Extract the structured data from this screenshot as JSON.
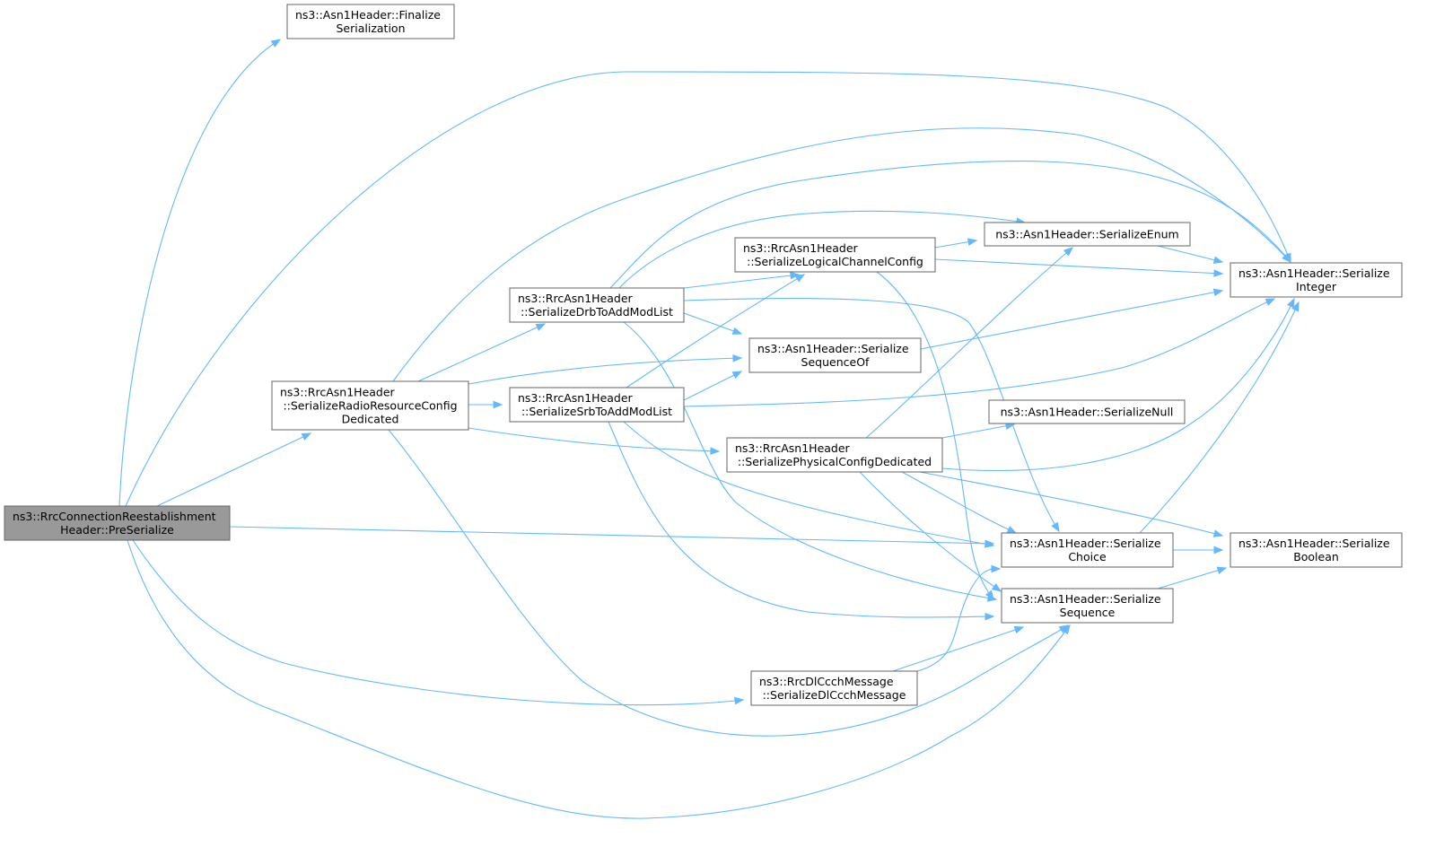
{
  "nodes": {
    "root": [
      "ns3::RrcConnectionReestablishment",
      "Header::PreSerialize"
    ],
    "finalize": [
      "ns3::Asn1Header::Finalize",
      "Serialization"
    ],
    "radio": [
      "ns3::RrcAsn1Header",
      "::SerializeRadioResourceConfig",
      "Dedicated"
    ],
    "drb": [
      "ns3::RrcAsn1Header",
      "::SerializeDrbToAddModList"
    ],
    "srb": [
      "ns3::RrcAsn1Header",
      "::SerializeSrbToAddModList"
    ],
    "logical": [
      "ns3::RrcAsn1Header",
      "::SerializeLogicalChannelConfig"
    ],
    "seqof": [
      "ns3::Asn1Header::Serialize",
      "SequenceOf"
    ],
    "physical": [
      "ns3::RrcAsn1Header",
      "::SerializePhysicalConfigDedicated"
    ],
    "dlccch": [
      "ns3::RrcDlCcchMessage",
      "::SerializeDlCcchMessage"
    ],
    "enum": [
      "ns3::Asn1Header::SerializeEnum"
    ],
    "null": [
      "ns3::Asn1Header::SerializeNull"
    ],
    "choice": [
      "ns3::Asn1Header::Serialize",
      "Choice"
    ],
    "sequence": [
      "ns3::Asn1Header::Serialize",
      "Sequence"
    ],
    "integer": [
      "ns3::Asn1Header::Serialize",
      "Integer"
    ],
    "boolean": [
      "ns3::Asn1Header::Serialize",
      "Boolean"
    ]
  },
  "edges": [
    [
      "root",
      "finalize"
    ],
    [
      "root",
      "integer"
    ],
    [
      "root",
      "radio"
    ],
    [
      "root",
      "choice"
    ],
    [
      "root",
      "sequence"
    ],
    [
      "root",
      "dlccch"
    ],
    [
      "radio",
      "integer"
    ],
    [
      "radio",
      "drb"
    ],
    [
      "radio",
      "seqof"
    ],
    [
      "radio",
      "srb"
    ],
    [
      "radio",
      "physical"
    ],
    [
      "radio",
      "sequence"
    ],
    [
      "drb",
      "integer"
    ],
    [
      "drb",
      "enum"
    ],
    [
      "drb",
      "logical"
    ],
    [
      "drb",
      "seqof"
    ],
    [
      "drb",
      "choice"
    ],
    [
      "drb",
      "sequence"
    ],
    [
      "srb",
      "logical"
    ],
    [
      "srb",
      "seqof"
    ],
    [
      "srb",
      "integer"
    ],
    [
      "srb",
      "choice"
    ],
    [
      "srb",
      "sequence"
    ],
    [
      "logical",
      "enum"
    ],
    [
      "logical",
      "integer"
    ],
    [
      "logical",
      "sequence"
    ],
    [
      "seqof",
      "integer"
    ],
    [
      "physical",
      "enum"
    ],
    [
      "physical",
      "null"
    ],
    [
      "physical",
      "integer"
    ],
    [
      "physical",
      "choice"
    ],
    [
      "physical",
      "sequence"
    ],
    [
      "physical",
      "boolean"
    ],
    [
      "dlccch",
      "sequence"
    ],
    [
      "dlccch",
      "choice"
    ],
    [
      "enum",
      "integer"
    ],
    [
      "choice",
      "integer"
    ],
    [
      "choice",
      "boolean"
    ],
    [
      "sequence",
      "boolean"
    ]
  ]
}
